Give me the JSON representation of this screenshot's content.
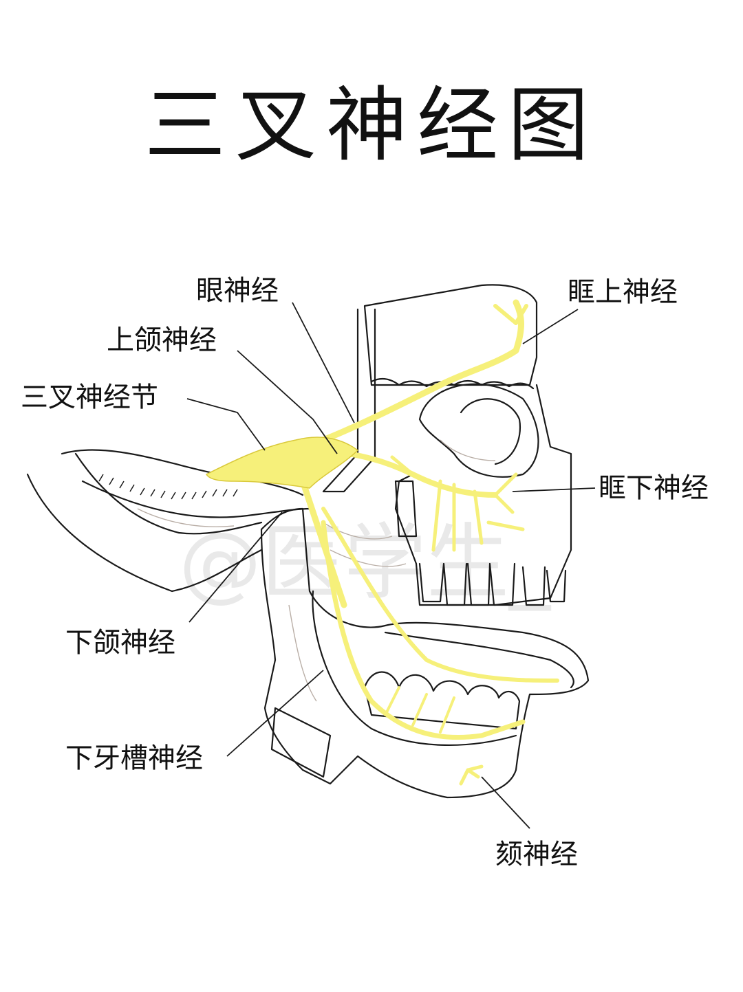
{
  "title": "三叉神经图",
  "watermark": "@医学生_",
  "colors": {
    "nerve": "#f6f07a",
    "nerve_edge": "#d9c93a",
    "bone_line": "#1a1a1a",
    "bone_shade": "#b9aea6",
    "text": "#111111"
  },
  "labels": {
    "ophthalmic": "眼神经",
    "maxillary": "上颌神经",
    "ganglion": "三叉神经节",
    "supraorbital": "眶上神经",
    "infraorbital": "眶下神经",
    "mandibular": "下颌神经",
    "inferior_alveolar": "下牙槽神经",
    "mental": "颏神经"
  }
}
